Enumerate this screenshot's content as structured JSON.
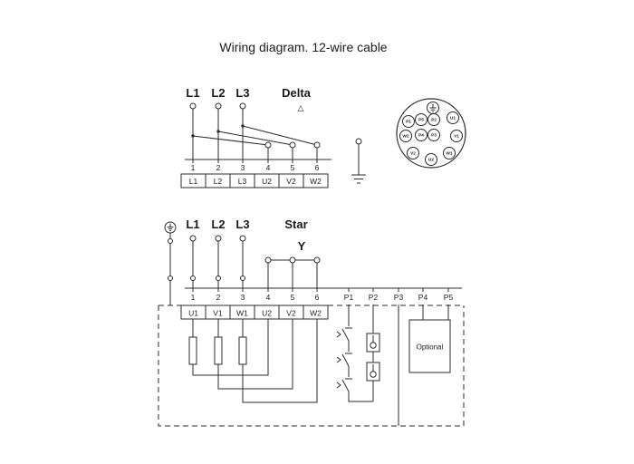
{
  "title": "Wiring diagram. 12-wire cable",
  "delta_section": {
    "phase_labels": [
      "L1",
      "L2",
      "L3"
    ],
    "connection_name": "Delta",
    "connection_symbol": "△",
    "terminal_numbers": [
      "1",
      "2",
      "3",
      "4",
      "5",
      "6"
    ],
    "terminal_labels": [
      "L1",
      "L2",
      "L3",
      "U2",
      "V2",
      "W2"
    ]
  },
  "star_section": {
    "phase_labels": [
      "L1",
      "L2",
      "L3"
    ],
    "connection_name": "Star",
    "connection_symbol": "Y",
    "terminal_numbers": [
      "1",
      "2",
      "3",
      "4",
      "5",
      "6"
    ],
    "aux_terminal_numbers": [
      "P1",
      "P2",
      "P3",
      "P4",
      "P5"
    ],
    "terminal_labels": [
      "U1",
      "V1",
      "W1",
      "U2",
      "V2",
      "W2"
    ],
    "optional_box_label": "Optional"
  },
  "connector_plug": {
    "pin_labels": [
      "P1",
      "P5",
      "P2",
      "U1",
      "W2",
      "P4",
      "P3",
      "V1",
      "V2",
      "U2",
      "W1"
    ],
    "ground_pin_icon": "earth-ground-symbol"
  },
  "colors": {
    "line": "#2b2b2b",
    "text": "#1b1b1b",
    "background": "#ffffff"
  }
}
